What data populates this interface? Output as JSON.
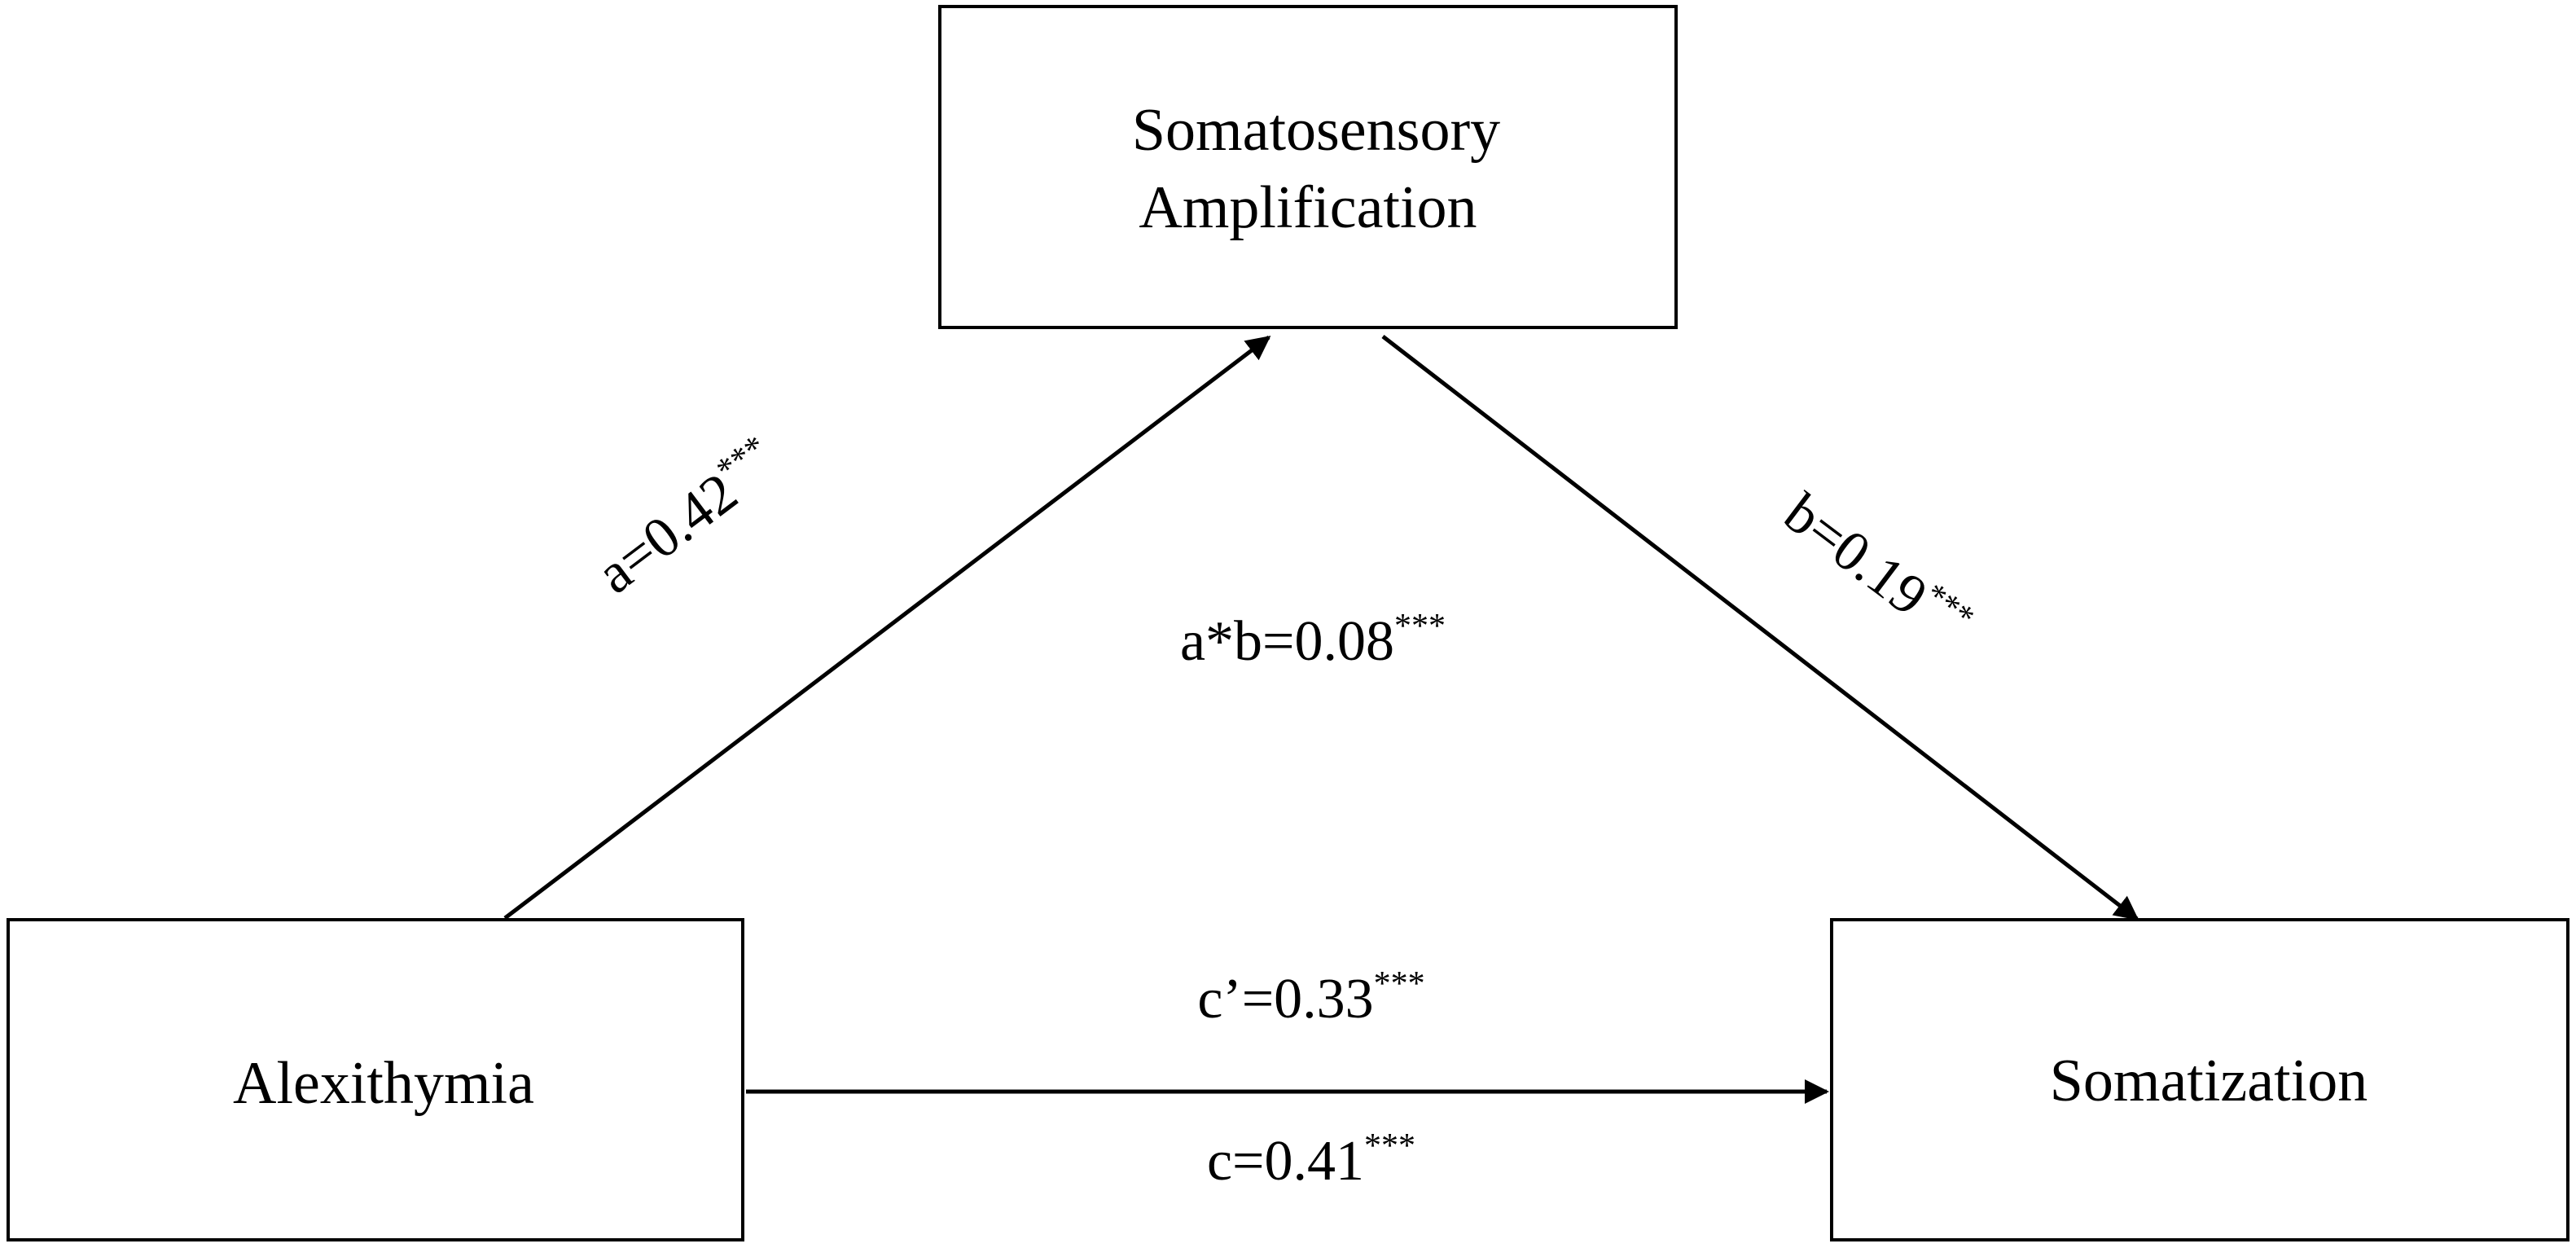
{
  "nodes": {
    "mediator": {
      "line1": "Somatosensory",
      "line2": "Amplification"
    },
    "predictor": {
      "label": "Alexithymia"
    },
    "outcome": {
      "label": "Somatization"
    }
  },
  "paths": {
    "a": {
      "label": "a=0.42",
      "sig": "***"
    },
    "b": {
      "label": "b=0.19",
      "sig": "***"
    },
    "indirect": {
      "label": "a*b=0.08",
      "sig": "***"
    },
    "direct": {
      "label": "c’=0.33",
      "sig": "***"
    },
    "total": {
      "label": "c=0.41",
      "sig": "***"
    }
  },
  "colors": {
    "stroke": "#000000",
    "background": "#ffffff"
  }
}
